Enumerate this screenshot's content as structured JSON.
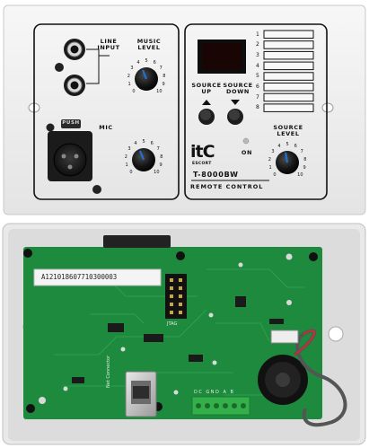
{
  "front_panel": {
    "line_input_label": "LINE\nINPUT",
    "music_level_label": "MUSIC\nLEVEL",
    "mic_label": "MIC",
    "push_label": "PUSH",
    "source_up_label": "SOURCE\nUP",
    "source_down_label": "SOURCE\nDOWN",
    "on_label": "ON",
    "source_level_label": "SOURCE\nLEVEL",
    "brand_logo": "itC",
    "brand_sub": "ESCORT",
    "model": "T-8000BW",
    "subtitle": "REMOTE CONTROL",
    "source_numbers": [
      "1",
      "2",
      "3",
      "4",
      "5",
      "6",
      "7",
      "8"
    ],
    "dial_scale": [
      "0",
      "1",
      "2",
      "3",
      "4",
      "5",
      "6",
      "7",
      "8",
      "9",
      "10"
    ]
  },
  "back_board": {
    "serial_number": "A121018607710300003",
    "connector_label": "JTAG",
    "port_label": "Net Connector",
    "terminal_label": "DC GND A B"
  },
  "colors": {
    "panel": "#f2f2f2",
    "pcb": "#1d8a3e",
    "knob": "#151515",
    "knob_indicator": "#1f6fd6"
  }
}
